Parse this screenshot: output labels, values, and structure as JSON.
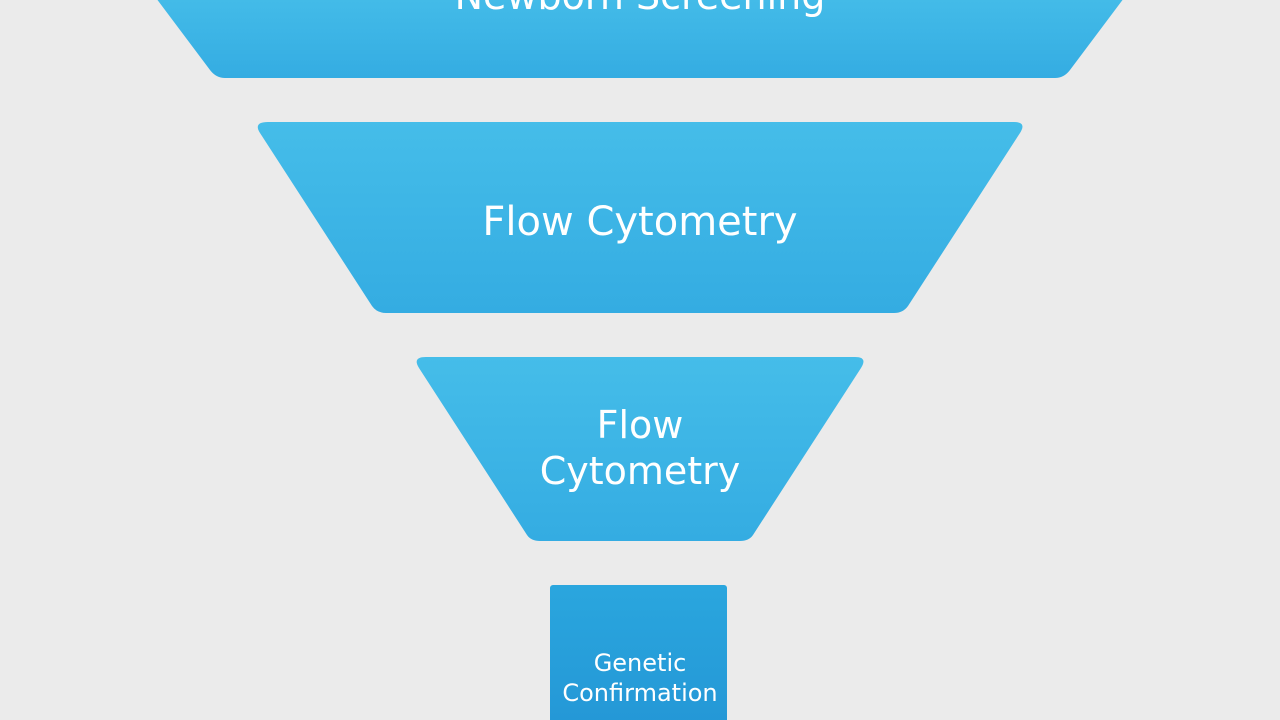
{
  "diagram": {
    "type": "funnel",
    "fill_color": "#3bb5e6",
    "fill_color_dark": "#2aa3dc",
    "background": "#ebebeb",
    "stages": [
      {
        "label": "Newborn Screening"
      },
      {
        "label": "Flow Cytometry"
      },
      {
        "label": "Flow\nCytometry"
      },
      {
        "label": "Genetic\nConfirmation"
      }
    ]
  }
}
